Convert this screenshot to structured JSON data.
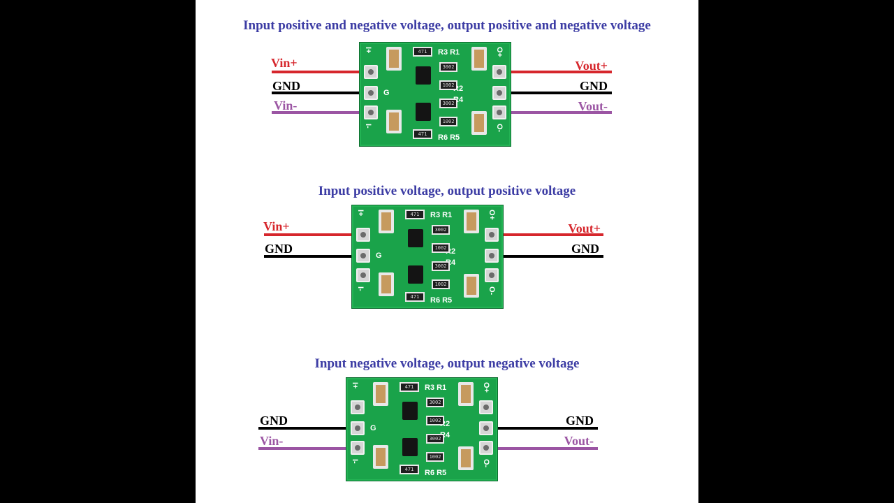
{
  "sections": [
    {
      "heading": "Input positive and negative voltage, output positive and negative voltage",
      "left_labels": [
        "Vin+",
        "GND",
        "Vin-"
      ],
      "right_labels": [
        "Vout+",
        "GND",
        "Vout-"
      ]
    },
    {
      "heading": "Input positive  voltage, output positive  voltage",
      "left_labels": [
        "Vin+",
        "GND"
      ],
      "right_labels": [
        "Vout+",
        "GND"
      ]
    },
    {
      "heading": "Input negative voltage, output negative voltage",
      "left_labels": [
        "GND",
        "Vin-"
      ],
      "right_labels": [
        "GND",
        "Vout-"
      ]
    }
  ],
  "board": {
    "silk_top": "R3  R1",
    "silk_bottom": "R6  R5",
    "silk_mid": [
      "R2",
      "R4"
    ],
    "in_plus": "I+",
    "in_minus": "I-",
    "out_plus": "O+",
    "out_minus": "O-",
    "gnd": "G",
    "res_codes": [
      "3002",
      "1002",
      "3002",
      "1002"
    ],
    "ic_code": "471"
  },
  "colors": {
    "positive": "#d6262c",
    "ground": "#000000",
    "negative": "#9b55a3",
    "heading": "#3c3ca4",
    "pcb": "#1aa34a"
  }
}
